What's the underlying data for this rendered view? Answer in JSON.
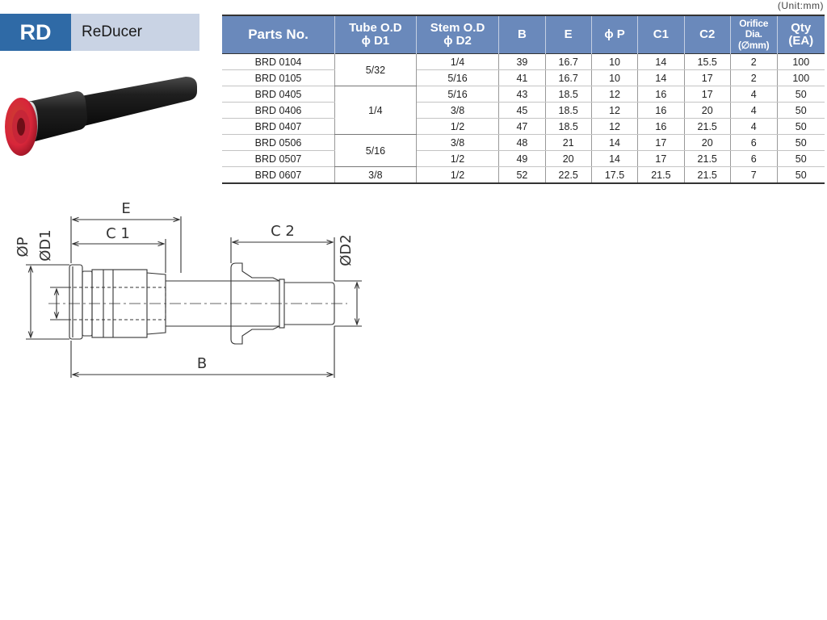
{
  "title": {
    "code": "RD",
    "name": "ReDucer"
  },
  "unit_note": "(Unit:mm)",
  "table": {
    "headers": {
      "part_no": "Parts No.",
      "tube_od_l1": "Tube O.D",
      "tube_od_l2": "ϕ D1",
      "stem_od_l1": "Stem O.D",
      "stem_od_l2": "ϕ D2",
      "b": "B",
      "e": "E",
      "p": "ϕ P",
      "c1": "C1",
      "c2": "C2",
      "orifice_l1": "Orifice Dia.",
      "orifice_l2": "(∅mm)",
      "qty_l1": "Qty",
      "qty_l2": "(EA)"
    },
    "rows": [
      {
        "part": "BRD 0104",
        "d1": "5/32",
        "d2": "1/4",
        "b": "39",
        "e": "16.7",
        "p": "10",
        "c1": "14",
        "c2": "15.5",
        "orifice": "2",
        "qty": "100"
      },
      {
        "part": "BRD 0105",
        "d1": "",
        "d2": "5/16",
        "b": "41",
        "e": "16.7",
        "p": "10",
        "c1": "14",
        "c2": "17",
        "orifice": "2",
        "qty": "100"
      },
      {
        "part": "BRD 0405",
        "d1": "1/4",
        "d2": "5/16",
        "b": "43",
        "e": "18.5",
        "p": "12",
        "c1": "16",
        "c2": "17",
        "orifice": "4",
        "qty": "50"
      },
      {
        "part": "BRD 0406",
        "d1": "",
        "d2": "3/8",
        "b": "45",
        "e": "18.5",
        "p": "12",
        "c1": "16",
        "c2": "20",
        "orifice": "4",
        "qty": "50"
      },
      {
        "part": "BRD 0407",
        "d1": "",
        "d2": "1/2",
        "b": "47",
        "e": "18.5",
        "p": "12",
        "c1": "16",
        "c2": "21.5",
        "orifice": "4",
        "qty": "50"
      },
      {
        "part": "BRD 0506",
        "d1": "5/16",
        "d2": "3/8",
        "b": "48",
        "e": "21",
        "p": "14",
        "c1": "17",
        "c2": "20",
        "orifice": "6",
        "qty": "50"
      },
      {
        "part": "BRD 0507",
        "d1": "",
        "d2": "1/2",
        "b": "49",
        "e": "20",
        "p": "14",
        "c1": "17",
        "c2": "21.5",
        "orifice": "6",
        "qty": "50"
      },
      {
        "part": "BRD 0607",
        "d1": "3/8",
        "d2": "1/2",
        "b": "52",
        "e": "22.5",
        "p": "17.5",
        "c1": "21.5",
        "c2": "21.5",
        "orifice": "7",
        "qty": "50"
      }
    ]
  },
  "drawing": {
    "labels": {
      "e": "E",
      "c1": "C 1",
      "c2": "C 2",
      "b": "B",
      "p": "ØP",
      "d1": "ØD1",
      "d2": "ØD2"
    }
  },
  "colors": {
    "brand_blue": "#2f6aa6",
    "header_blue": "#6a89bb",
    "title_light": "#c9d3e4",
    "release_ring": "#d8263a"
  }
}
